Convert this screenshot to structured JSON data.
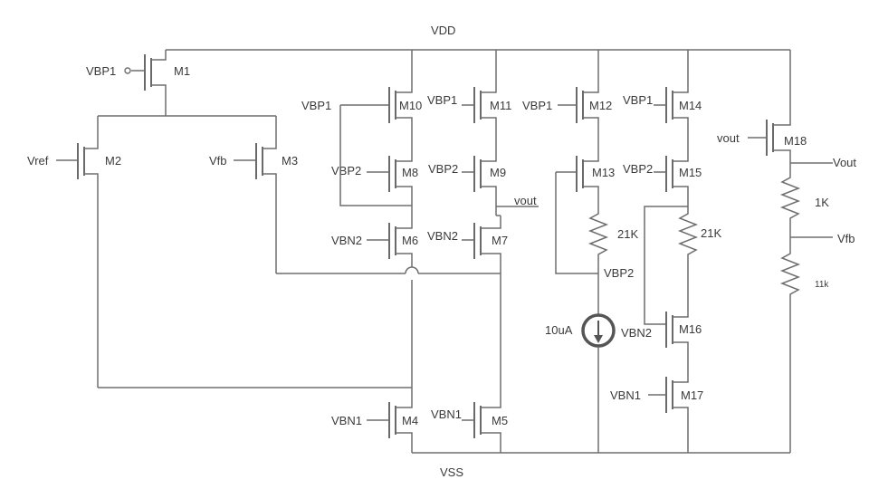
{
  "rails": {
    "vdd": "VDD",
    "vss": "VSS"
  },
  "transistors": {
    "m1": {
      "name": "M1",
      "gate": "VBP1"
    },
    "m2": {
      "name": "M2",
      "gate": "Vref"
    },
    "m3": {
      "name": "M3",
      "gate": "Vfb"
    },
    "m4": {
      "name": "M4",
      "gate": "VBN1"
    },
    "m5": {
      "name": "M5",
      "gate": "VBN1"
    },
    "m6": {
      "name": "M6",
      "gate": "VBN2"
    },
    "m7": {
      "name": "M7",
      "gate": "VBN2"
    },
    "m8": {
      "name": "M8",
      "gate": "VBP2"
    },
    "m9": {
      "name": "M9",
      "gate": "VBP2"
    },
    "m10": {
      "name": "M10",
      "gate": "VBP1"
    },
    "m11": {
      "name": "M11",
      "gate": "VBP1"
    },
    "m12": {
      "name": "M12",
      "gate": "VBP1"
    },
    "m13": {
      "name": "M13",
      "gate": ""
    },
    "m14": {
      "name": "M14",
      "gate": "VBP1"
    },
    "m15": {
      "name": "M15",
      "gate": "VBP2"
    },
    "m16": {
      "name": "M16",
      "gate": "VBN2"
    },
    "m17": {
      "name": "M17",
      "gate": "VBN1"
    },
    "m18": {
      "name": "M18",
      "gate": "vout"
    }
  },
  "resistors": {
    "r1": "21K",
    "r2": "21K",
    "r3": "1K",
    "r4": "11k"
  },
  "current_source": "10uA",
  "nodes": {
    "vout_internal": "vout",
    "vbp2_node": "VBP2",
    "vout": "Vout",
    "vfb": "Vfb"
  }
}
